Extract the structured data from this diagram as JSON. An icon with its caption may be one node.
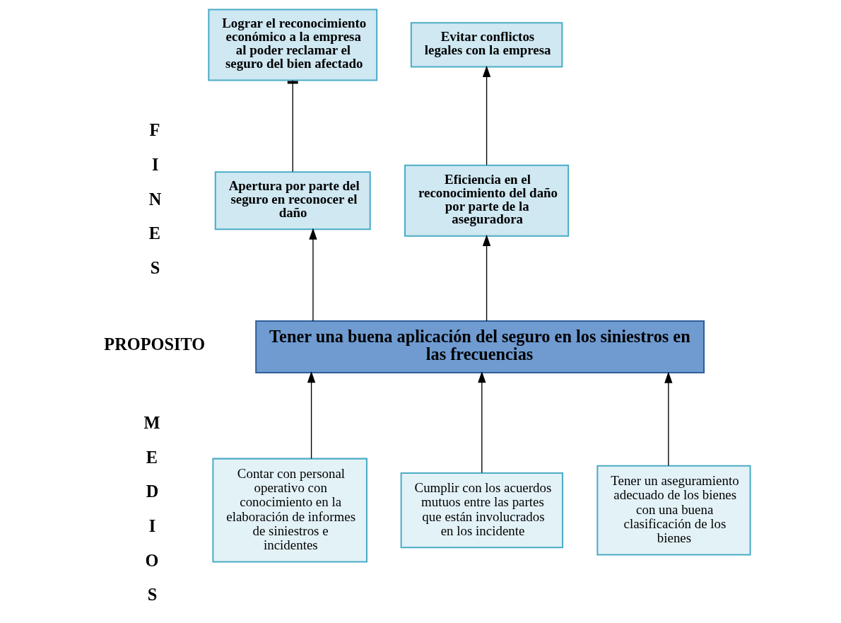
{
  "diagram": {
    "nodes": [
      {
        "text": [
          "Lograr el reconocimiento económico a la empresa al poder reclamar el seguro del bien afectado"
        ]
      },
      {
        "text": [
          "Evitar conflictos legales con la empresa"
        ]
      },
      {
        "text": [
          "Apertura por parte del seguro en reconocer el daño"
        ]
      },
      {
        "text": [
          "Eficiencia en el reconocimiento del daño por parte de la aseguradora"
        ]
      },
      {
        "text": [
          "Tener una buena aplicación del seguro en los siniestros en las frecuencias"
        ]
      },
      {
        "text": [
          "Tener un aseguramiento adecuado de los bienes con una buena clasificación de los bienes"
        ]
      },
      {
        "text": [
          "Contar con personal operativo con conocimiento en la elaboración de informes de siniestros e incidentes"
        ]
      },
      {
        "text": [
          "Cumplir con los acuerdos mutuos entre las partes que están involucrados en los incidente"
        ]
      }
    ],
    "edges": [
      {
        "from": 2,
        "to": 0,
        "arrow": "other"
      },
      {
        "from": 3,
        "to": 1,
        "arrow": "to"
      },
      {
        "from": 4,
        "to": 2,
        "arrow": "to"
      },
      {
        "from": 4,
        "to": 3,
        "arrow": "to"
      },
      {
        "from": 5,
        "to": 4,
        "arrow": "to"
      },
      {
        "from": 6,
        "to": 4,
        "arrow": "to"
      },
      {
        "from": 7,
        "to": 4,
        "arrow": "to"
      }
    ],
    "labels": [
      "F",
      "I",
      "N",
      "E",
      "S",
      "PROPOSITO",
      "M",
      "E",
      "D",
      "I",
      "O",
      "S"
    ]
  }
}
